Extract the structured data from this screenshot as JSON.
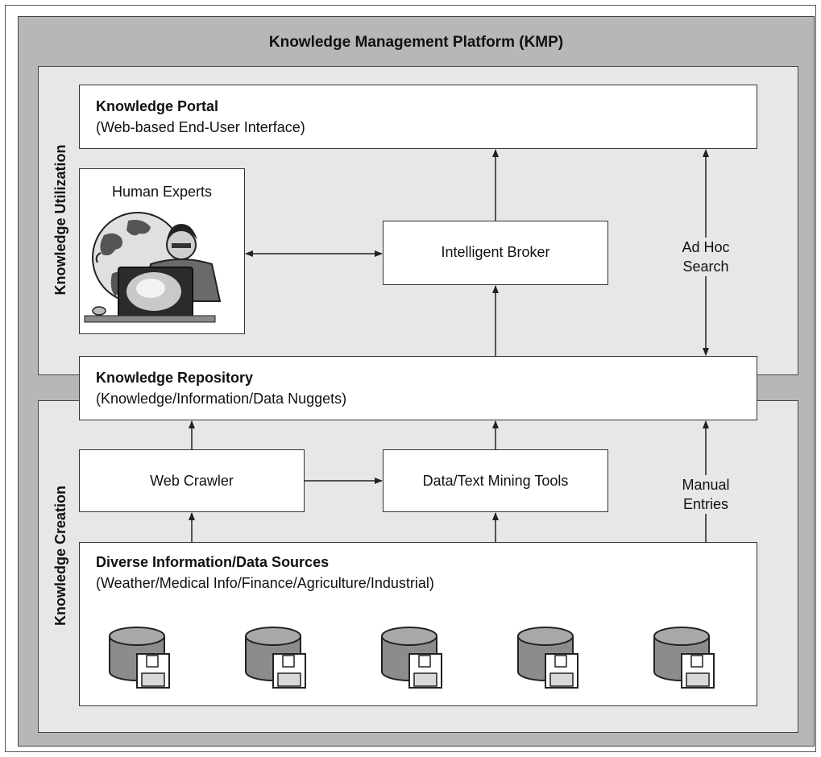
{
  "platform": {
    "title": "Knowledge Management Platform (KMP)"
  },
  "sections": {
    "utilization_label": "Knowledge Utilization",
    "creation_label": "Knowledge Creation"
  },
  "portal": {
    "title": "Knowledge Portal",
    "subtitle": "(Web-based End-User Interface)"
  },
  "human_experts": {
    "label": "Human Experts",
    "icon": "expert-with-globe-and-laptop"
  },
  "broker": {
    "label": "Intelligent Broker"
  },
  "ad_hoc": {
    "line1": "Ad Hoc",
    "line2": "Search"
  },
  "repository": {
    "title": "Knowledge Repository",
    "subtitle": "(Knowledge/Information/Data Nuggets)"
  },
  "web_crawler": {
    "label": "Web Crawler"
  },
  "mining_tools": {
    "label": "Data/Text Mining Tools"
  },
  "manual": {
    "line1": "Manual",
    "line2": "Entries"
  },
  "sources": {
    "title": "Diverse Information/Data Sources",
    "subtitle": "(Weather/Medical Info/Finance/Agriculture/Industrial)",
    "icon": "database-with-disk-icon",
    "count": 5
  },
  "colors": {
    "outer": "#b7b7b7",
    "panel": "#e7e7e7",
    "box": "#ffffff",
    "line": "#222222"
  }
}
